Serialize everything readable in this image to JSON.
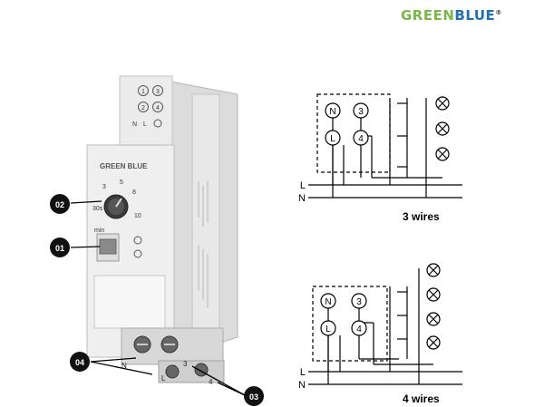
{
  "brand": {
    "green": "GREEN",
    "blue": "BLUE",
    "reg": "®",
    "green_color": "#7ab648",
    "blue_color": "#1f6fb5"
  },
  "device": {
    "brand_label": "GREEN BLUE",
    "top_terminals": [
      "1",
      "3",
      "2",
      "4"
    ],
    "top_labels": [
      "N",
      "L"
    ],
    "dial_ticks": [
      "3",
      "5",
      "8",
      "10"
    ],
    "dial_30s": "30s",
    "dial_min": "min",
    "bottom_terminals": [
      "N",
      "3",
      "L",
      "4"
    ]
  },
  "callouts": [
    "02",
    "01",
    "04",
    "03"
  ],
  "diagram_3wires": {
    "caption": "3 wires",
    "terminals": [
      "N",
      "3",
      "L",
      "4"
    ],
    "lines": [
      "L",
      "N"
    ]
  },
  "diagram_4wires": {
    "caption": "4 wires",
    "terminals": [
      "N",
      "3",
      "L",
      "4"
    ],
    "lines": [
      "L",
      "N"
    ]
  }
}
